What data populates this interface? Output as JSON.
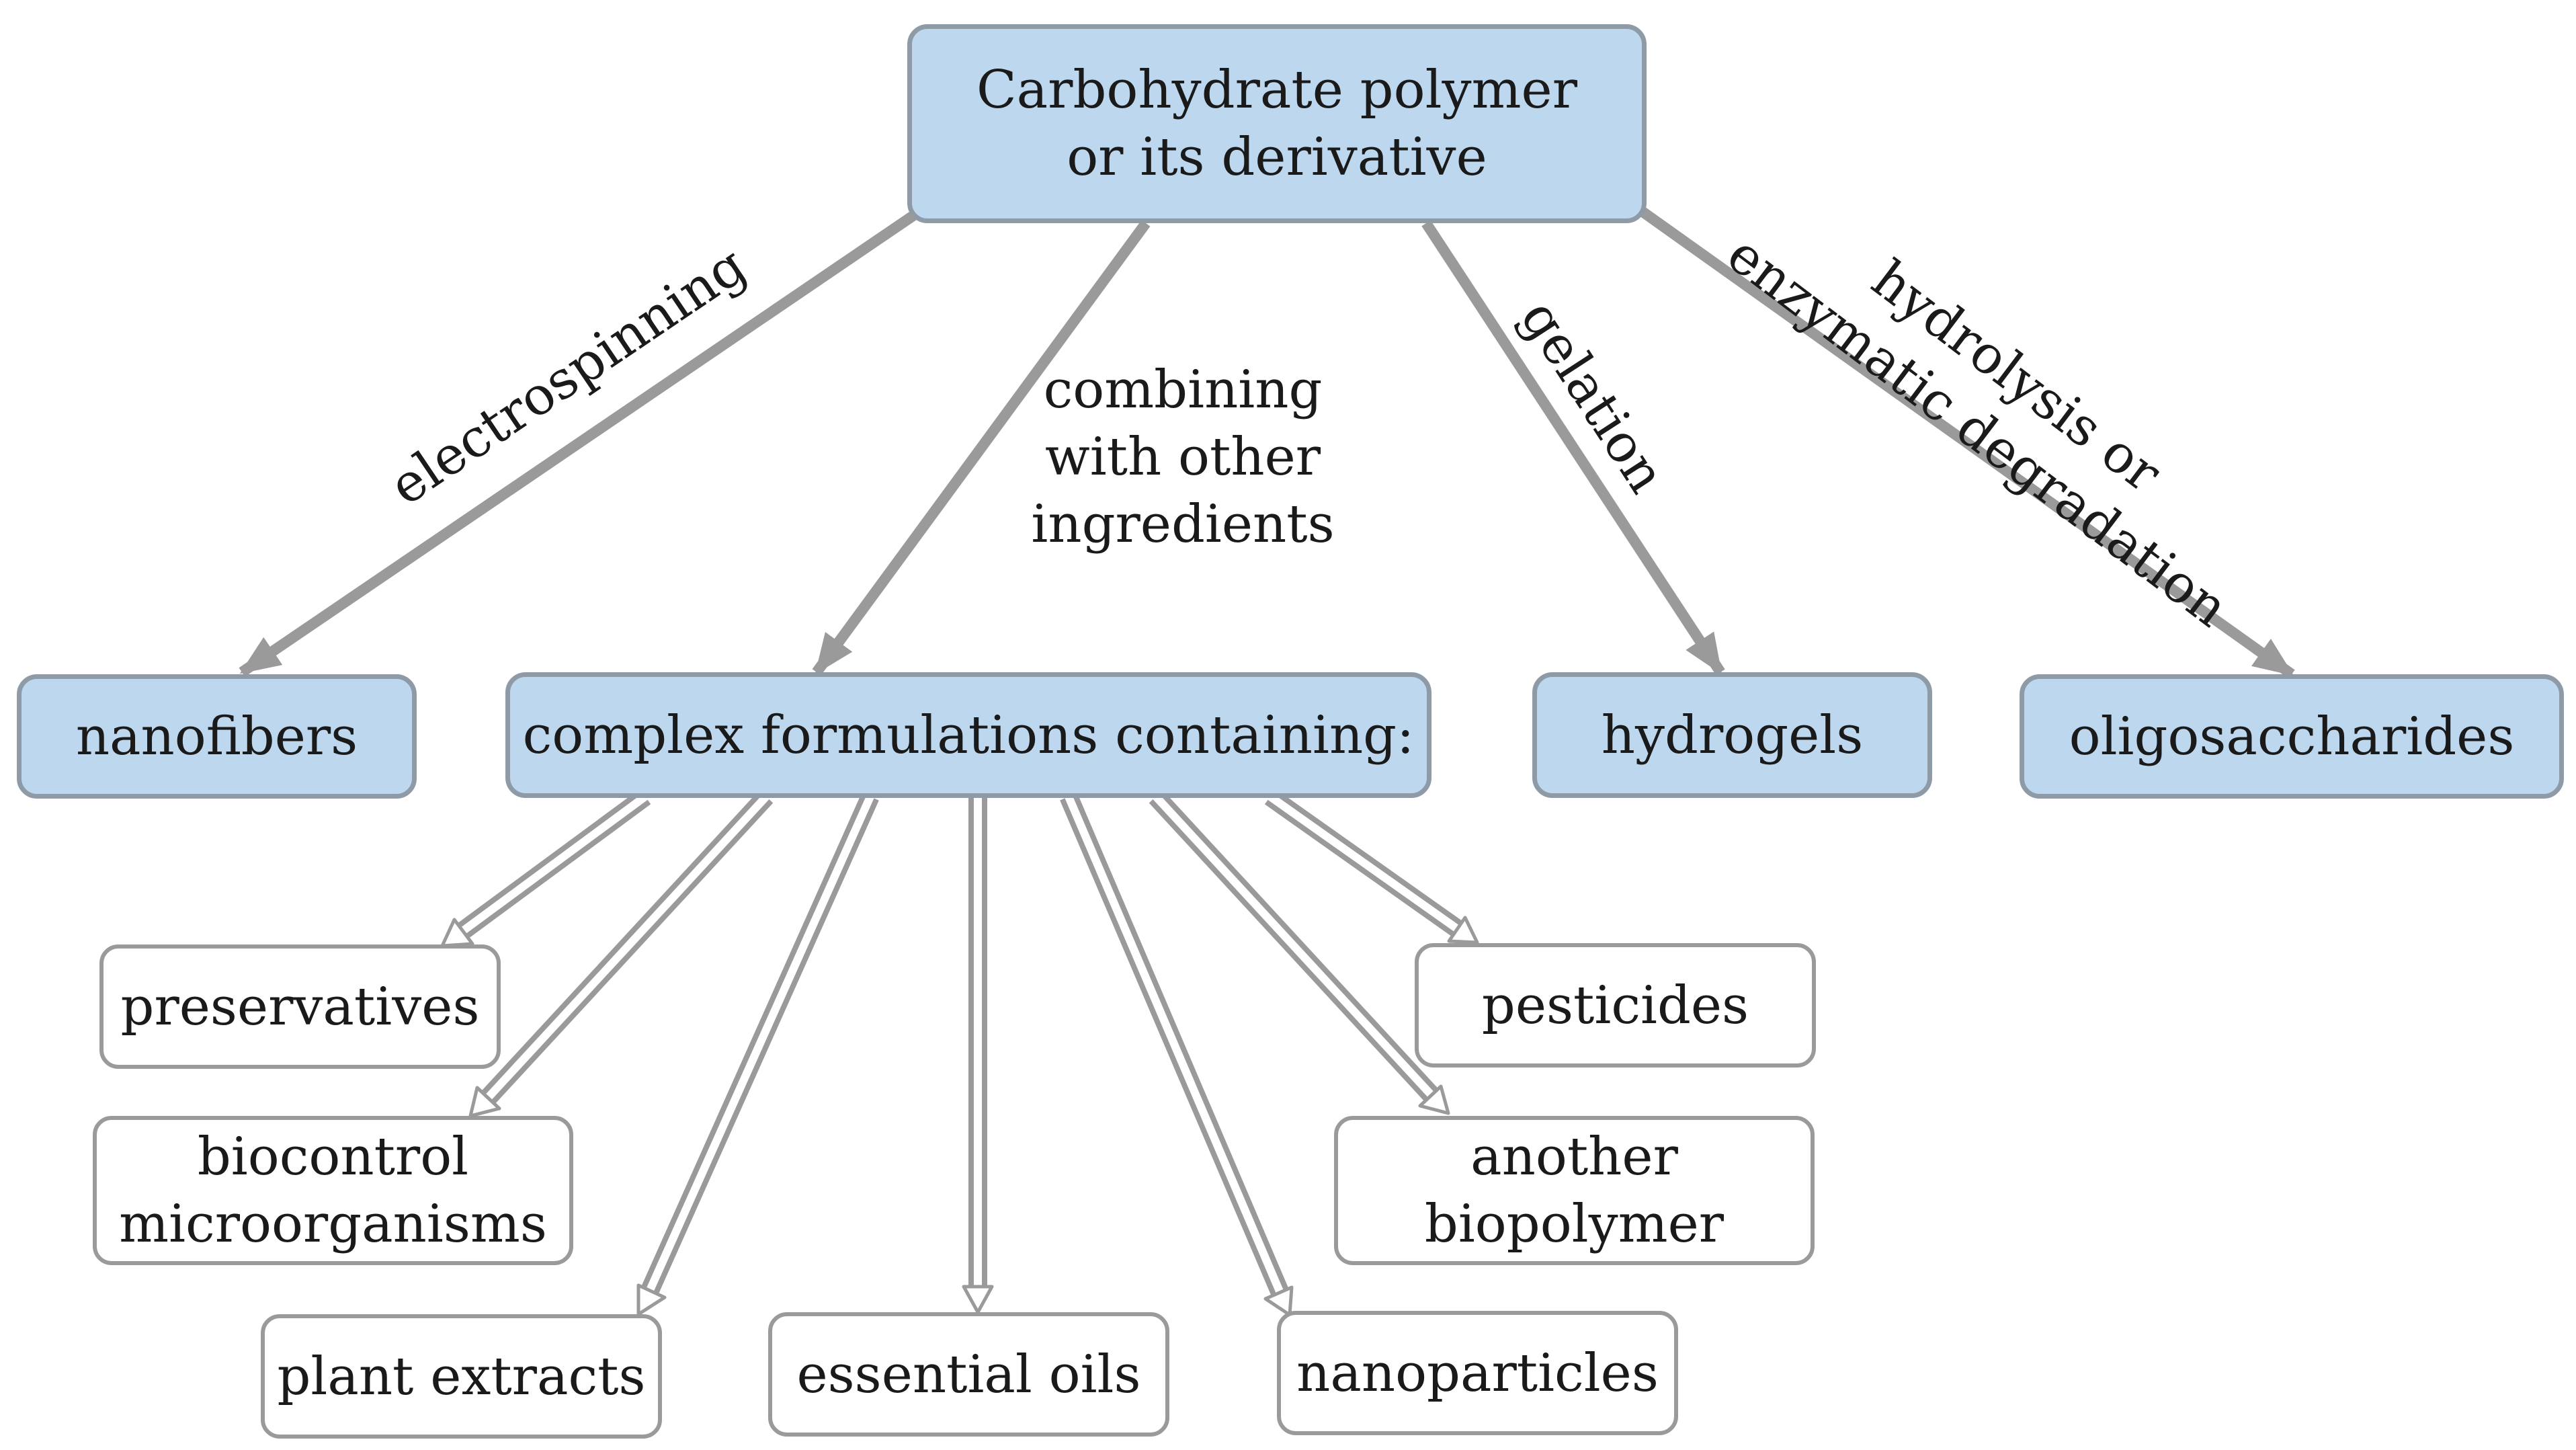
{
  "root": {
    "line1": "Carbohydrate polymer",
    "line2": "or its derivative"
  },
  "products": {
    "nanofibers": "nanofibers",
    "complex": "complex formulations containing:",
    "hydrogels": "hydrogels",
    "oligosaccharides": "oligosaccharides"
  },
  "processes": {
    "electrospinning": "electrospinning",
    "combining": [
      "combining",
      "with other",
      "ingredients"
    ],
    "gelation": "gelation",
    "hydrolysis": [
      "hydrolysis or",
      "enzymatic degradation"
    ]
  },
  "ingredients": {
    "preservatives": "preservatives",
    "biocontrol": [
      "biocontrol",
      "microorganisms"
    ],
    "plant_extracts": "plant extracts",
    "essential_oils": "essential oils",
    "nanoparticles": "nanoparticles",
    "another_biopolymer": [
      "another",
      "biopolymer"
    ],
    "pesticides": "pesticides"
  },
  "colors": {
    "node_fill": "#bdd7ee",
    "node_border": "#8e9aa6",
    "arrow": "#9a9a9a",
    "text": "#1a1a1a"
  }
}
